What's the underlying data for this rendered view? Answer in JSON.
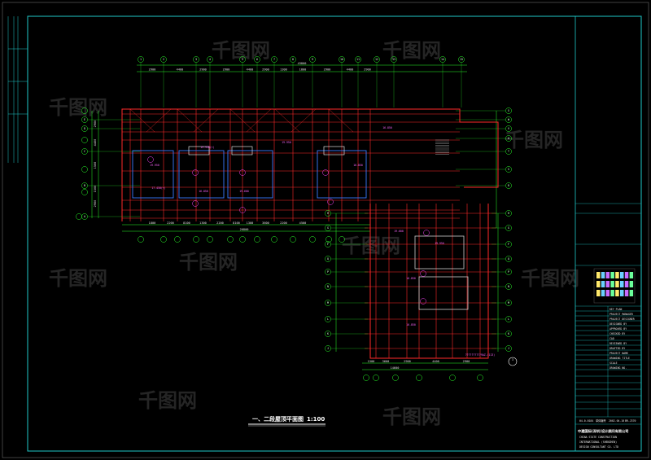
{
  "drawing": {
    "title": "一、二段屋顶平面图",
    "scale": "1:100"
  },
  "top_dimensions": [
    "2900",
    "4400",
    "2900",
    "2900",
    "4400",
    "2900",
    "1300",
    "1800",
    "2900",
    "4400",
    "2900"
  ],
  "top_overall": "43800",
  "bottom_dimensions": [
    "1800",
    "2200",
    "8100",
    "1300",
    "2200",
    "8100",
    "1300",
    "3600",
    "2200",
    "4500"
  ],
  "bottom_overall": "26800",
  "wing_bottom_dimensions": [
    "1500",
    "3600",
    "2900",
    "4400",
    "2900"
  ],
  "wing_bottom_overall": "14600",
  "top_axes": [
    "1",
    "2",
    "3",
    "4",
    "5",
    "6",
    "7",
    "8",
    "9",
    "10",
    "11",
    "12",
    "13",
    "14",
    "15"
  ],
  "left_axes": [
    "E",
    "D",
    "C",
    "B",
    "A"
  ],
  "right_axes": [
    "X",
    "W",
    "V",
    "U",
    "T",
    "S",
    "R"
  ],
  "wing_axes": [
    "Q",
    "P",
    "N",
    "M",
    "L",
    "K",
    "J",
    "H",
    "G",
    "F"
  ],
  "elevations": [
    "19.950(⊤)",
    "19.950",
    "17.450(⊤)",
    "16.850",
    "19.600",
    "19.950",
    "16.850",
    "16.850"
  ],
  "annotation": "??????????9AZ-(113)",
  "section_mark": "3",
  "watermark": "千图网",
  "title_block": {
    "company_cn": "中建国际(深圳)设计顾问有限公司",
    "company_en_1": "CHINA STATE CONSTRUCTION",
    "company_en_2": "INTERNATIONAL (SHENZHEN)",
    "company_en_3": "DESIGN CONSULTANT CO. LTD",
    "date_row": [
      "04-0-0184",
      "单体编号",
      "2002.04.10",
      "BR-J370"
    ],
    "labels": [
      "KEY PLAN",
      "PROJECT MANAGER",
      "PROJECT DESIGNER",
      "DESIGNED BY",
      "APPROVED BY",
      "CHECKED BY",
      "CAD",
      "REVIEWED BY",
      "DRAFTED BY",
      "PROJECT NAME",
      "DRAWING TITLE",
      "SCALE",
      "DRAWING NO."
    ]
  },
  "colors": {
    "frame": "#1fc8c8",
    "wall": "#ff2a2a",
    "dimension": "#2aff2a",
    "detail": "#ff44ff",
    "room_outline": "#3a7bff"
  }
}
